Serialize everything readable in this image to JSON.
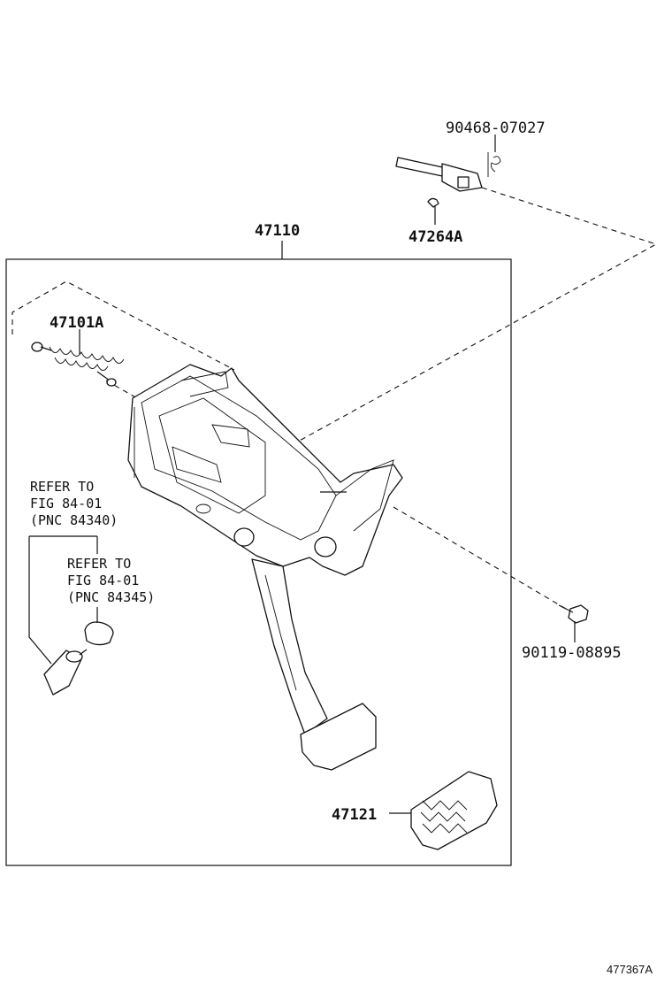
{
  "parts": {
    "clip_pin": "90468-07027",
    "clevis_pin": "47264A",
    "pedal_assembly": "47110",
    "return_spring": "47101A",
    "bolt": "90119-08895",
    "pedal_pad": "47121"
  },
  "references": {
    "ref1": [
      "REFER TO",
      "FIG 84-01",
      "(PNC 84340)"
    ],
    "ref2": [
      "REFER TO",
      "FIG 84-01",
      "(PNC 84345)"
    ]
  },
  "figure_id": "477367A"
}
